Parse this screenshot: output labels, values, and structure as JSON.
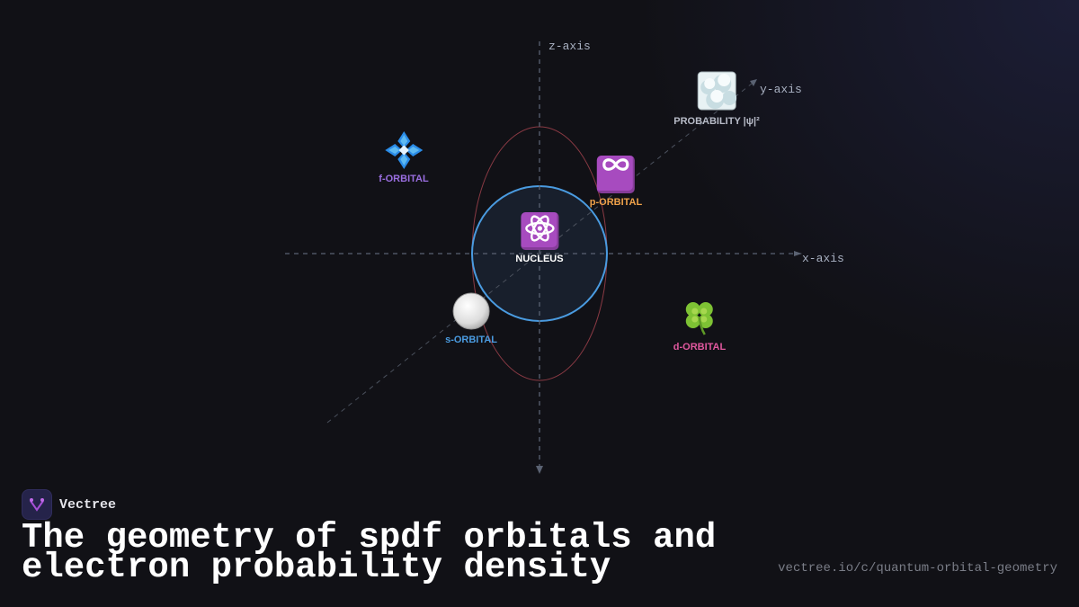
{
  "diagram": {
    "axes": {
      "z_label": "z-axis",
      "y_label": "y-axis",
      "x_label": "x-axis"
    },
    "nodes": [
      {
        "id": "nucleus",
        "label": "NUCLEUS",
        "icon": "atom-icon",
        "color": "#ffffff"
      },
      {
        "id": "s-orbital",
        "label": "s-ORBITAL",
        "icon": "white-circle-icon",
        "color": "#4a9be0"
      },
      {
        "id": "p-orbital",
        "label": "p-ORBITAL",
        "icon": "infinity-icon",
        "color": "#f0a24a"
      },
      {
        "id": "d-orbital",
        "label": "d-ORBITAL",
        "icon": "four-leaf-clover-icon",
        "color": "#e0589e"
      },
      {
        "id": "f-orbital",
        "label": "f-ORBITAL",
        "icon": "diamond-with-dot-icon",
        "color": "#9a6ee0"
      },
      {
        "id": "probability",
        "label": "PROBABILITY |ψ|²",
        "icon": "cloud-icon",
        "color": "#b8bcc8"
      }
    ],
    "shapes": {
      "nucleus_circle_color": "#4a9be0",
      "orbital_ellipse_color": "#8a3a44",
      "axis_color": "#5a6272"
    }
  },
  "brand": {
    "name": "Vectree",
    "accent": "#a64fd6"
  },
  "title": {
    "line1": "The geometry of spdf orbitals and",
    "line2": "electron probability density"
  },
  "url": "vectree.io/c/quantum-orbital-geometry"
}
